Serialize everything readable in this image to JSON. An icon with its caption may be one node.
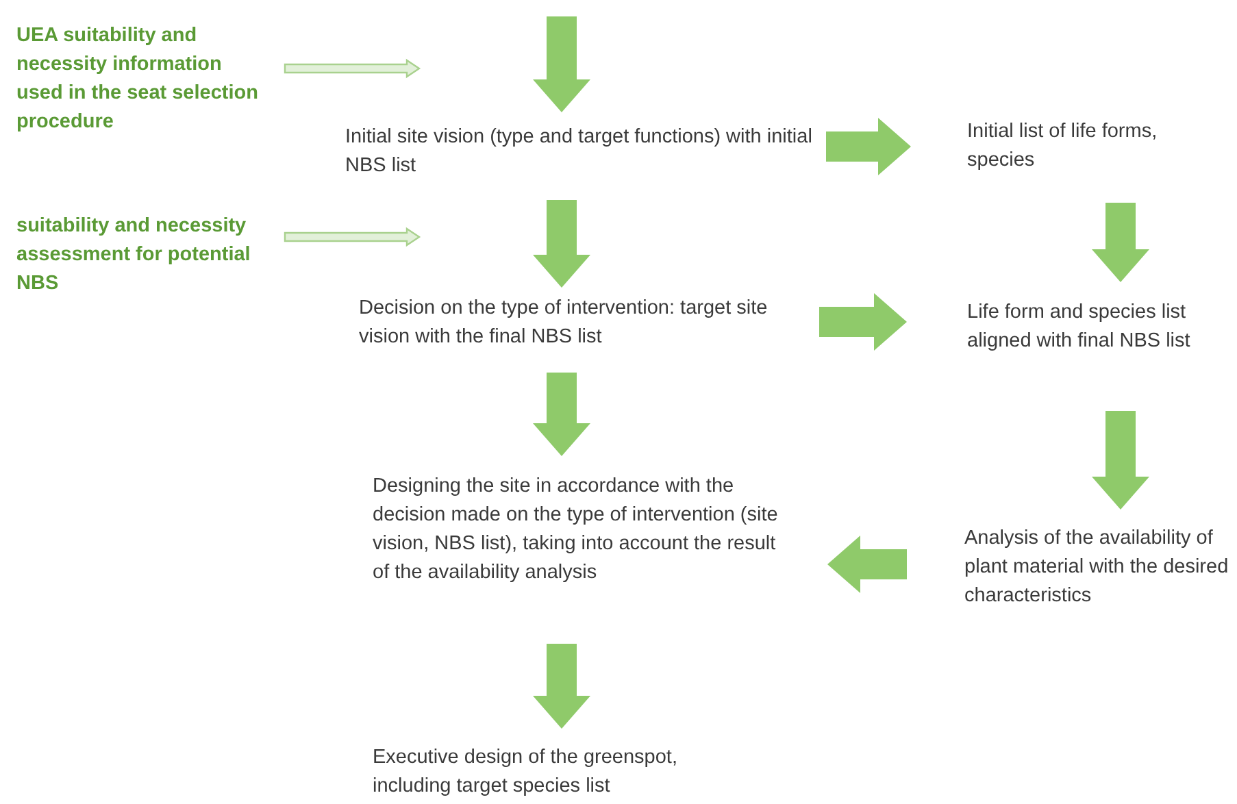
{
  "diagram": {
    "nodes": [
      {
        "text": [
          "UEA suitability and necessity information used in the seat selection procedure"
        ]
      },
      {
        "text": [
          "Initial site vision (type and target functions) with initial NBS list"
        ]
      },
      {
        "text": [
          "Initial list of life forms, species"
        ]
      },
      {
        "text": [
          "suitability and necessity assessment for potential NBS"
        ]
      },
      {
        "text": [
          "Decision on the type of intervention: target site vision with the final NBS list"
        ]
      },
      {
        "text": [
          "Life form and species list aligned with final NBS list"
        ]
      },
      {
        "text": [
          "Designing the site in accordance with the decision made on the type of intervention (site vision, NBS list), taking into account the result of the availability analysis"
        ]
      },
      {
        "text": [
          "Analysis of the availability of plant material with the desired characteristics"
        ]
      },
      {
        "text": [
          "Executive design of the greenspot, including target species list"
        ]
      }
    ],
    "edges": [
      {
        "from": null,
        "to": 1,
        "arrow": "to"
      },
      {
        "from": 0,
        "to": null,
        "arrow": "to",
        "color": "#a9d18e"
      },
      {
        "from": 1,
        "to": 2,
        "arrow": "to"
      },
      {
        "from": 1,
        "to": 4,
        "arrow": "to"
      },
      {
        "from": 3,
        "to": null,
        "arrow": "to",
        "color": "#a9d18e"
      },
      {
        "from": 4,
        "to": 5,
        "arrow": "to"
      },
      {
        "from": 2,
        "to": 5,
        "arrow": "to"
      },
      {
        "from": 4,
        "to": 6,
        "arrow": "to"
      },
      {
        "from": 5,
        "to": 7,
        "arrow": "to"
      },
      {
        "from": 7,
        "to": 6,
        "arrow": "to"
      },
      {
        "from": 6,
        "to": 8,
        "arrow": "to"
      }
    ]
  }
}
